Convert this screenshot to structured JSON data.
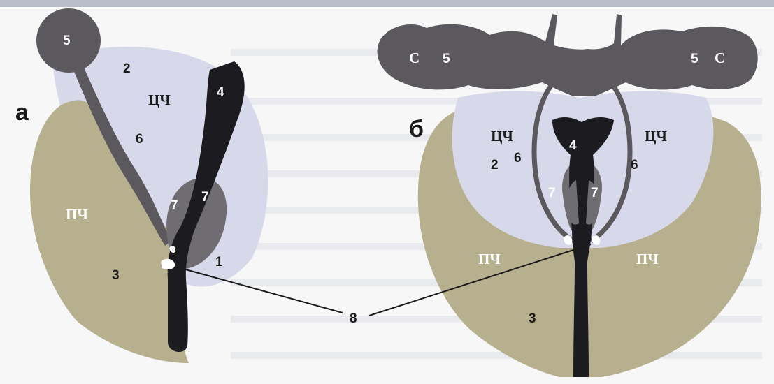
{
  "colors": {
    "topbar": "#b8bfc9",
    "central_zone": "#d7d9ea",
    "peripheral_zone": "#b7b08f",
    "seminal_vesicle": "#5b595d",
    "urethra": "#1c1b1f",
    "ejaculatory": "#6f6d72",
    "background": "#f7f7f8"
  },
  "panels": {
    "a": {
      "letter": "а",
      "labels": {
        "seminal_vesicle": "5",
        "central_zone_num": "2",
        "central_zone": "ЦЧ",
        "stroma": "4",
        "ejaculatory_duct": "6",
        "ejaculatory_left": "7",
        "ejaculatory_right": "7",
        "peripheral_zone": "ПЧ",
        "transition": "1",
        "peripheral_num": "3"
      }
    },
    "b": {
      "letter": "б",
      "labels": {
        "vesicle_left_c": "С",
        "vesicle_left_num": "5",
        "vesicle_right_num": "5",
        "vesicle_right_c": "С",
        "central_left": "ЦЧ",
        "central_right": "ЦЧ",
        "central_num": "2",
        "duct_left": "6",
        "duct_right": "6",
        "stroma": "4",
        "ejac_left": "7",
        "ejac_right": "7",
        "peripheral_left": "ПЧ",
        "peripheral_right": "ПЧ",
        "peripheral_num": "3"
      }
    }
  },
  "shared_label": "8"
}
